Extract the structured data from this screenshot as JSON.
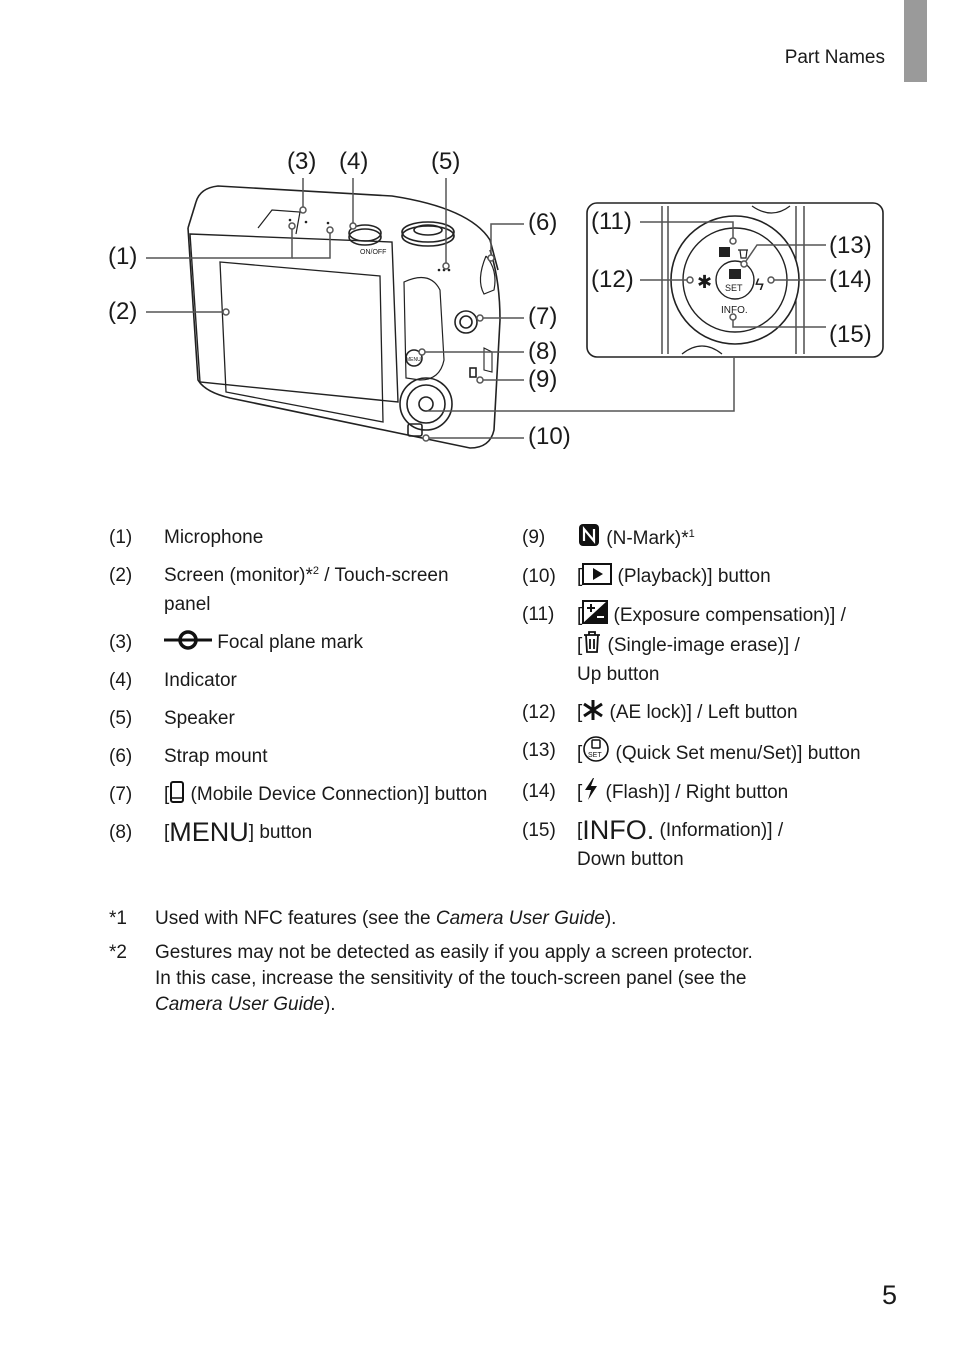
{
  "header": {
    "title": "Part Names"
  },
  "page_number": "5",
  "diagram": {
    "callouts": [
      "(1)",
      "(2)",
      "(3)",
      "(4)",
      "(5)",
      "(6)",
      "(7)",
      "(8)",
      "(9)",
      "(10)",
      "(11)",
      "(12)",
      "(13)",
      "(14)",
      "(15)"
    ],
    "camera_labels": {
      "power": "ON/OFF",
      "menu": "MENU",
      "set": "SET",
      "info": "INFO."
    }
  },
  "parts_left": [
    {
      "num": "(1)",
      "text": "Microphone"
    },
    {
      "num": "(2)",
      "text_a": "Screen (monitor)*",
      "sup": "2",
      "text_b": " / Touch-screen panel"
    },
    {
      "num": "(3)",
      "icon": "focal-plane-mark-icon",
      "text": "Focal plane mark"
    },
    {
      "num": "(4)",
      "text": "Indicator"
    },
    {
      "num": "(5)",
      "text": "Speaker"
    },
    {
      "num": "(6)",
      "text": "Strap mount"
    },
    {
      "num": "(7)",
      "icon": "mobile-device-icon",
      "pre": "[",
      "text": " (Mobile Device Connection)] button"
    },
    {
      "num": "(8)",
      "pre": "[",
      "menu_word": "MENU",
      "text": "] button"
    }
  ],
  "parts_right": [
    {
      "num": "(9)",
      "icon": "n-mark-icon",
      "text": " (N-Mark)*",
      "sup": "1"
    },
    {
      "num": "(10)",
      "icon": "playback-icon",
      "pre": "[",
      "text": " (Playback)] button"
    },
    {
      "num": "(11)",
      "icon": "exposure-compensation-icon",
      "pre": "[",
      "text_a": " (Exposure compensation)] /",
      "icon2": "trash-icon",
      "pre2": "[",
      "text_b": " (Single-image erase)] /",
      "text_c": "Up button"
    },
    {
      "num": "(12)",
      "icon": "ae-lock-icon",
      "pre": "[",
      "text": " (AE lock)] / Left button"
    },
    {
      "num": "(13)",
      "icon": "quick-set-icon",
      "pre": "[",
      "text": " (Quick Set menu/Set)] button"
    },
    {
      "num": "(14)",
      "icon": "flash-icon",
      "pre": "[",
      "text": " (Flash)] / Right button"
    },
    {
      "num": "(15)",
      "pre": "[",
      "info_word": "INFO.",
      "text_a": " (Information)] /",
      "text_b": "Down button"
    }
  ],
  "footnotes": [
    {
      "mark": "*1",
      "text_a": "Used with NFC features (see the ",
      "italic": "Camera User Guide",
      "text_b": ")."
    },
    {
      "mark": "*2",
      "line1": "Gestures may not be detected as easily if you apply a screen protector.",
      "line2": "In this case, increase the sensitivity of the touch-screen panel (see the",
      "italic": "Camera User Guide",
      "text_b": ")."
    }
  ]
}
